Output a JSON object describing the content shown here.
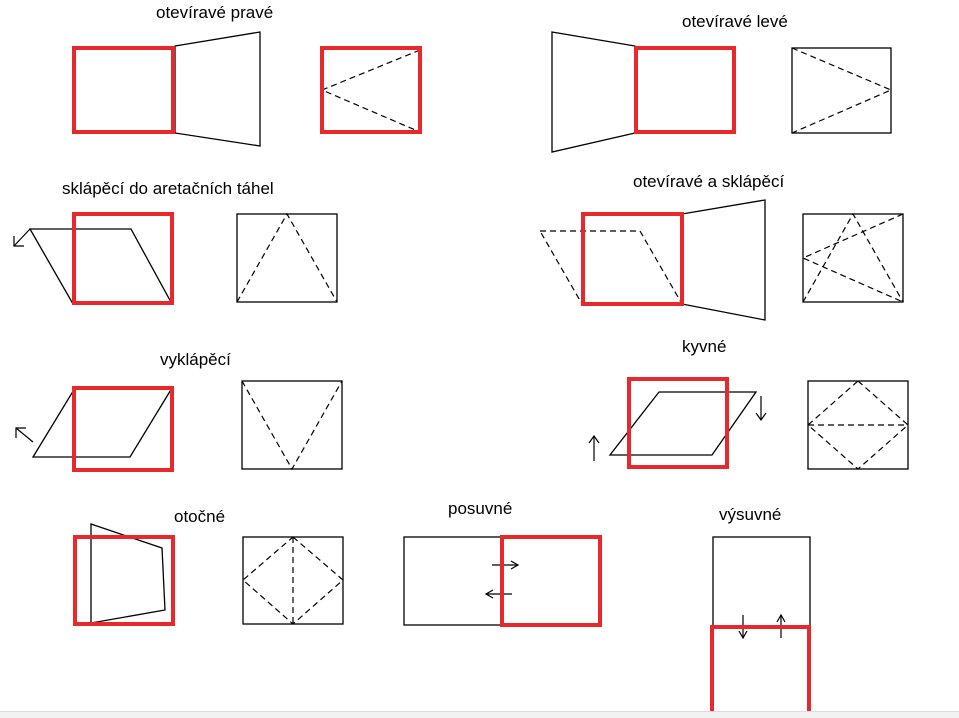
{
  "labels": {
    "otviravePrave": "otevíravé pravé",
    "otviraveLeve": "otevíravé levé",
    "sklapeciAretacni": "sklápěcí do aretačních táhel",
    "otviraveASklapeci": "otevíravé a sklápěcí",
    "vyklapeci": "vyklápěcí",
    "kyvne": "kyvné",
    "otocne": "otočné",
    "posuvne": "posuvné",
    "vysuvne": "výsuvné"
  },
  "colors": {
    "line": "#000000",
    "highlight": "#e8282a",
    "background": "#ffffff"
  }
}
